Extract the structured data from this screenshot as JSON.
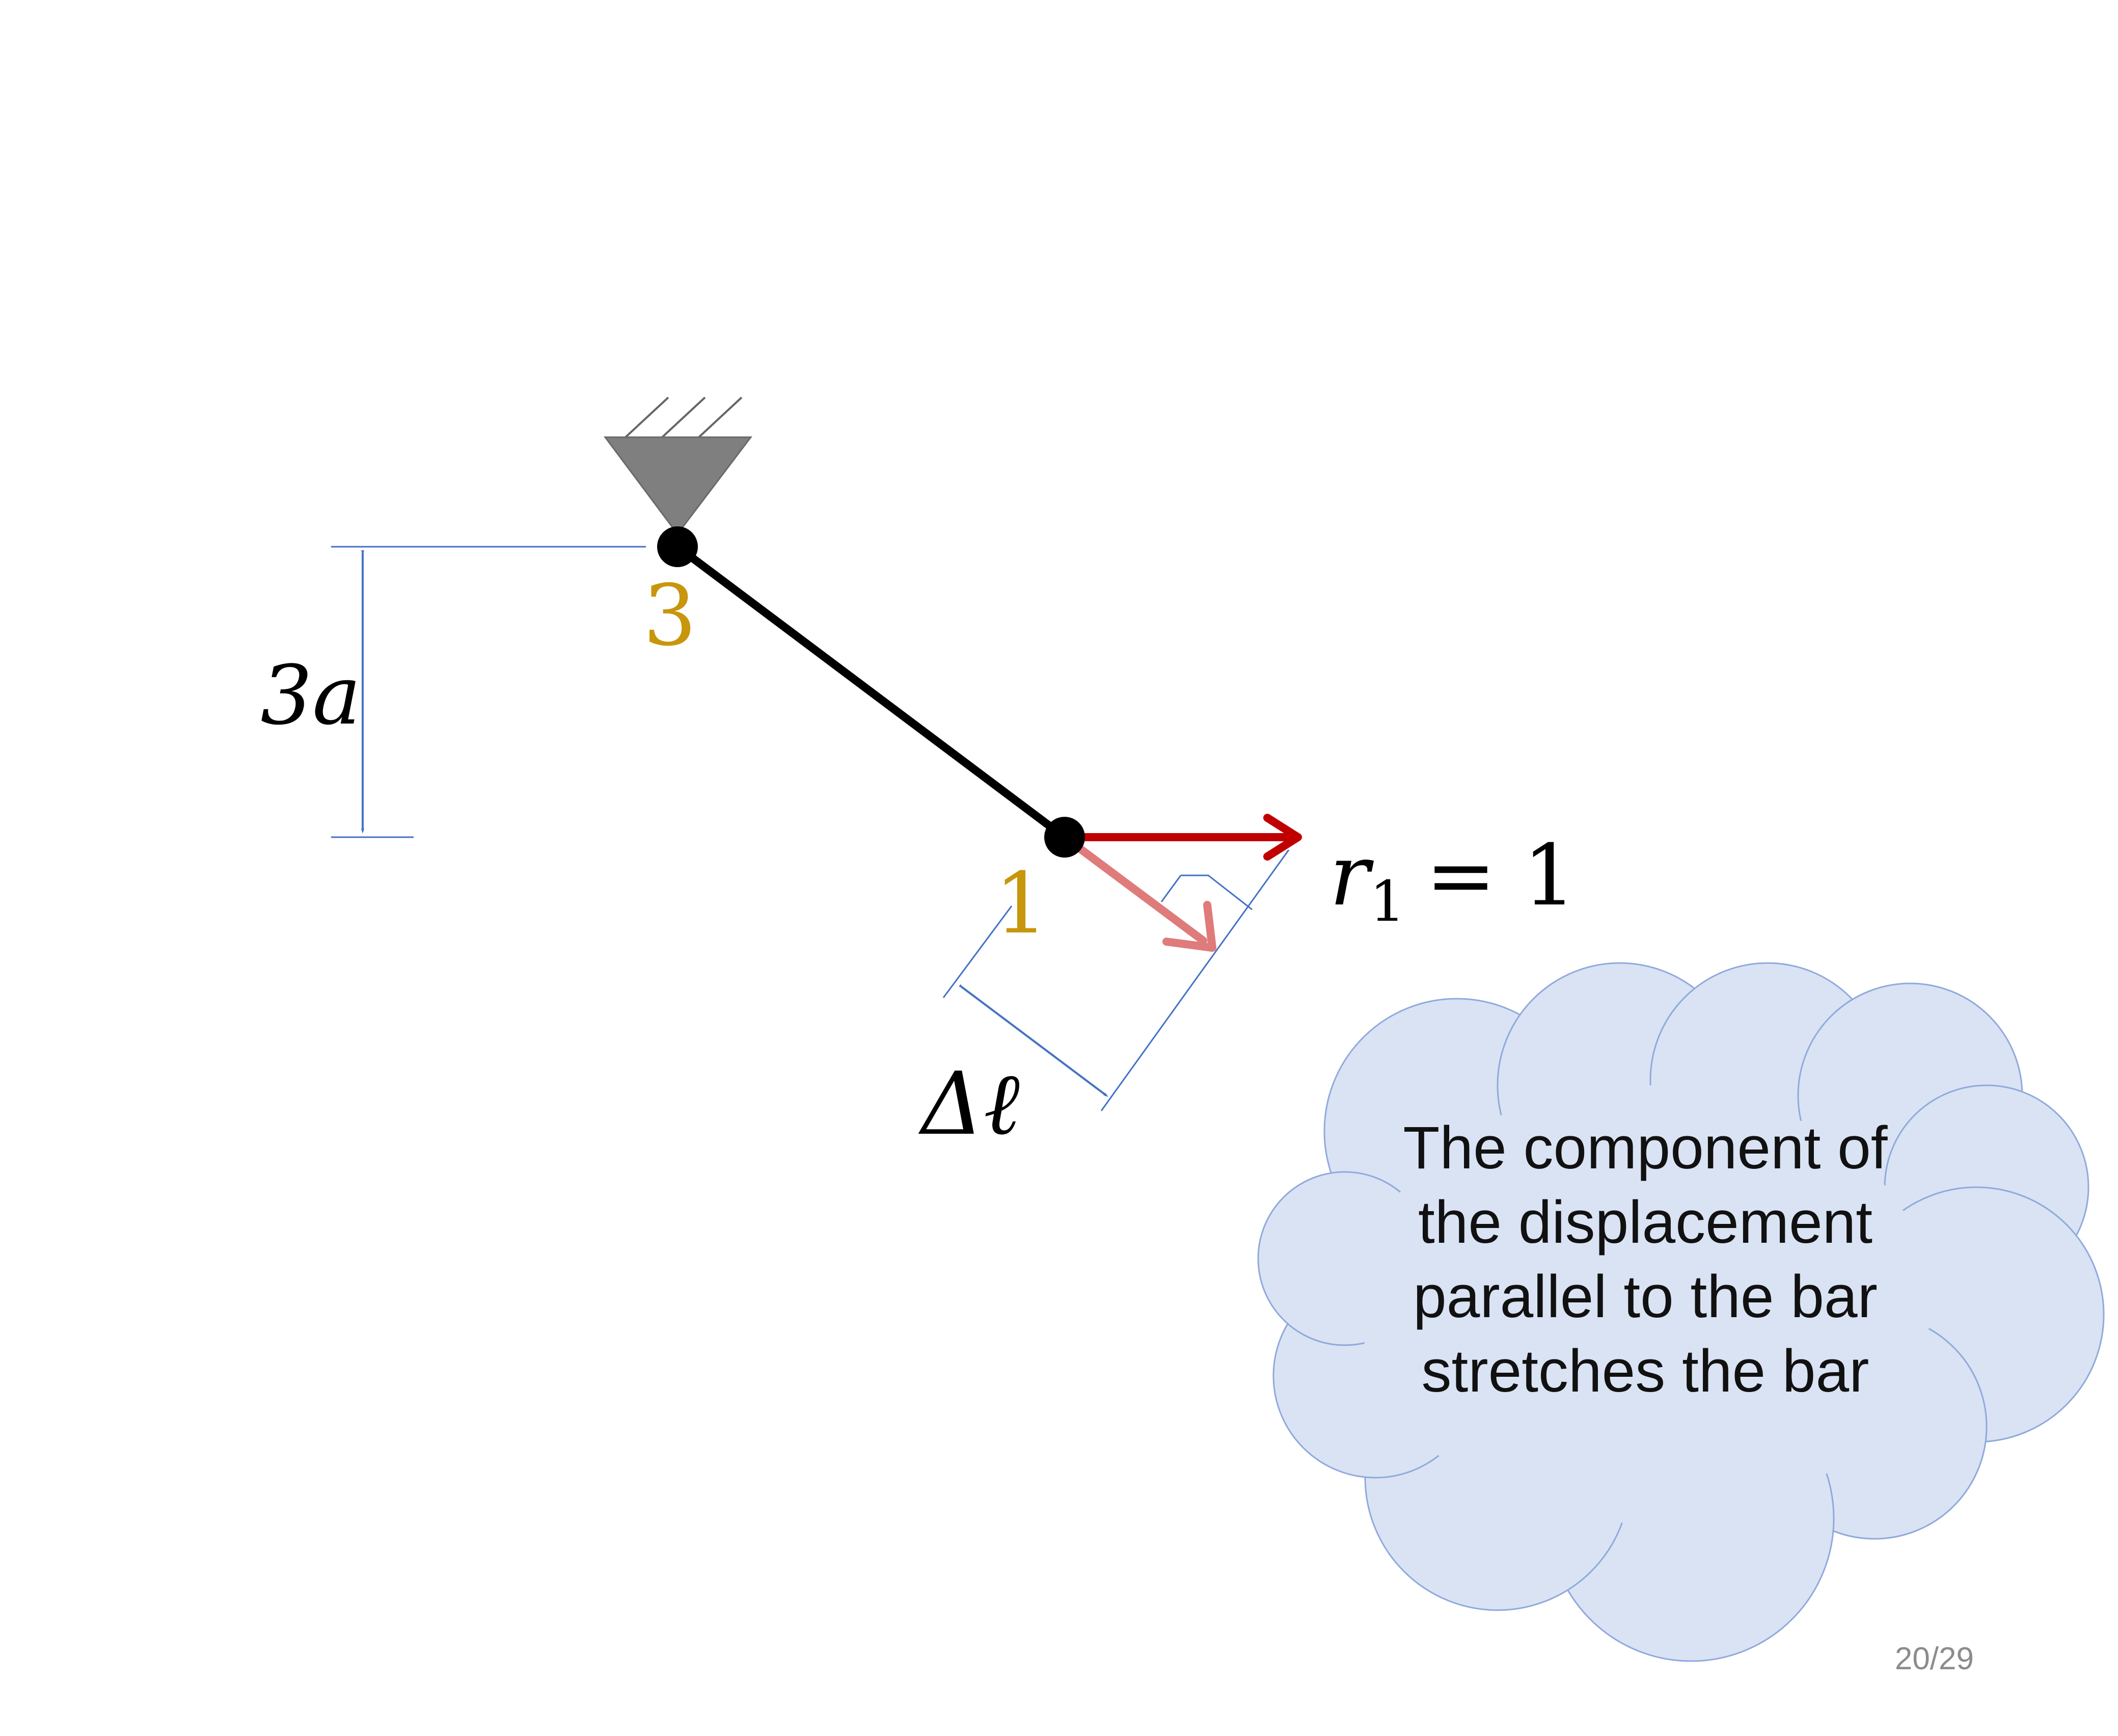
{
  "diagram": {
    "node_top_label": "3",
    "node_bottom_label": "1",
    "height_dimension_label": "3a",
    "elongation_label": "Δℓ",
    "force_label": {
      "symbol": "r",
      "subscript": "1",
      "equals_value": "= 1"
    },
    "colors": {
      "bar": "#000000",
      "node_label": "#c8960c",
      "dimension_line": "#4472c4",
      "force_arrow": "#c00000",
      "displacement_arrow": "#e07b7b",
      "support": "#7f7f7f",
      "cloud_fill": "#dae3f3",
      "cloud_stroke": "#8faadc"
    }
  },
  "callout": {
    "lines": [
      "The component of",
      "the displacement",
      "parallel to the bar",
      "stretches the bar"
    ]
  },
  "footer": {
    "page_number": "20/29"
  }
}
